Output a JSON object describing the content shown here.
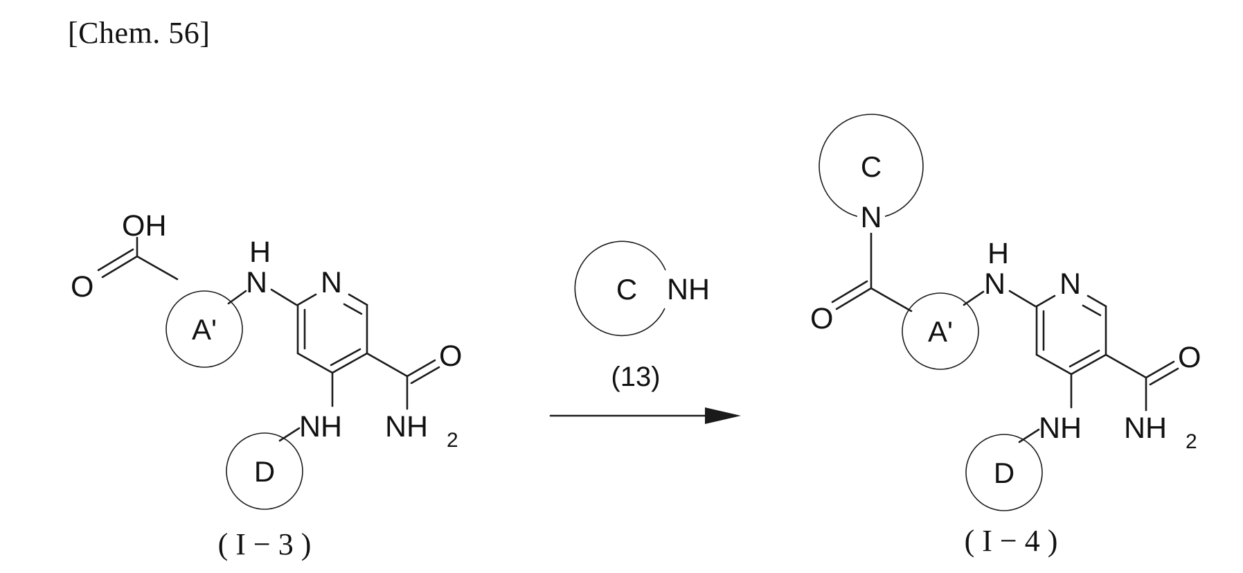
{
  "header": {
    "label": "[Chem. 56]"
  },
  "reactant": {
    "atoms": {
      "oh": "OH",
      "o": "O",
      "h": "H",
      "n_link": "N",
      "n_ring": "N",
      "o_amide": "O",
      "nh": "NH",
      "nh2": "NH",
      "nh2_sub": "2"
    },
    "rings": {
      "a": "A'",
      "d": "D"
    },
    "label": "( I − 3 )"
  },
  "reagent": {
    "ring": "C",
    "nh": "NH",
    "label": "(13)"
  },
  "product": {
    "atoms": {
      "n_c": "N",
      "o": "O",
      "h": "H",
      "n_link": "N",
      "n_ring": "N",
      "o_amide": "O",
      "nh": "NH",
      "nh2": "NH",
      "nh2_sub": "2"
    },
    "rings": {
      "c": "C",
      "a": "A'",
      "d": "D"
    },
    "label": "( I − 4 )"
  }
}
